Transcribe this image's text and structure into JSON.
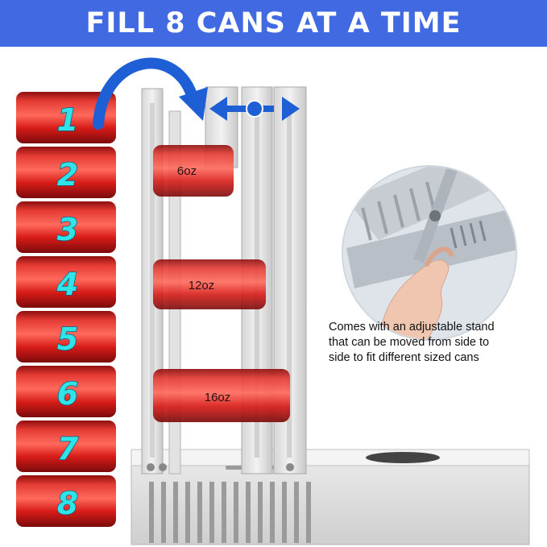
{
  "banner": {
    "title": "FILL 8 CANS AT A TIME"
  },
  "cans": [
    {
      "number": "1"
    },
    {
      "number": "2"
    },
    {
      "number": "3"
    },
    {
      "number": "4"
    },
    {
      "number": "5"
    },
    {
      "number": "6"
    },
    {
      "number": "7"
    },
    {
      "number": "8"
    }
  ],
  "can_sizes": [
    {
      "label": "6oz"
    },
    {
      "label": "12oz"
    },
    {
      "label": "16oz"
    }
  ],
  "description": {
    "lines": [
      "Comes with an adjustable stand",
      "that can be moved from side to",
      "side to fit different sized cans"
    ]
  },
  "colors": {
    "banner": "#4169e1",
    "can_red": "#e0201c",
    "can_number": "#2fe3e6",
    "arrow_blue": "#1f5fd6"
  },
  "icons": [
    "curved-arrow-icon",
    "double-arrow-icon"
  ]
}
